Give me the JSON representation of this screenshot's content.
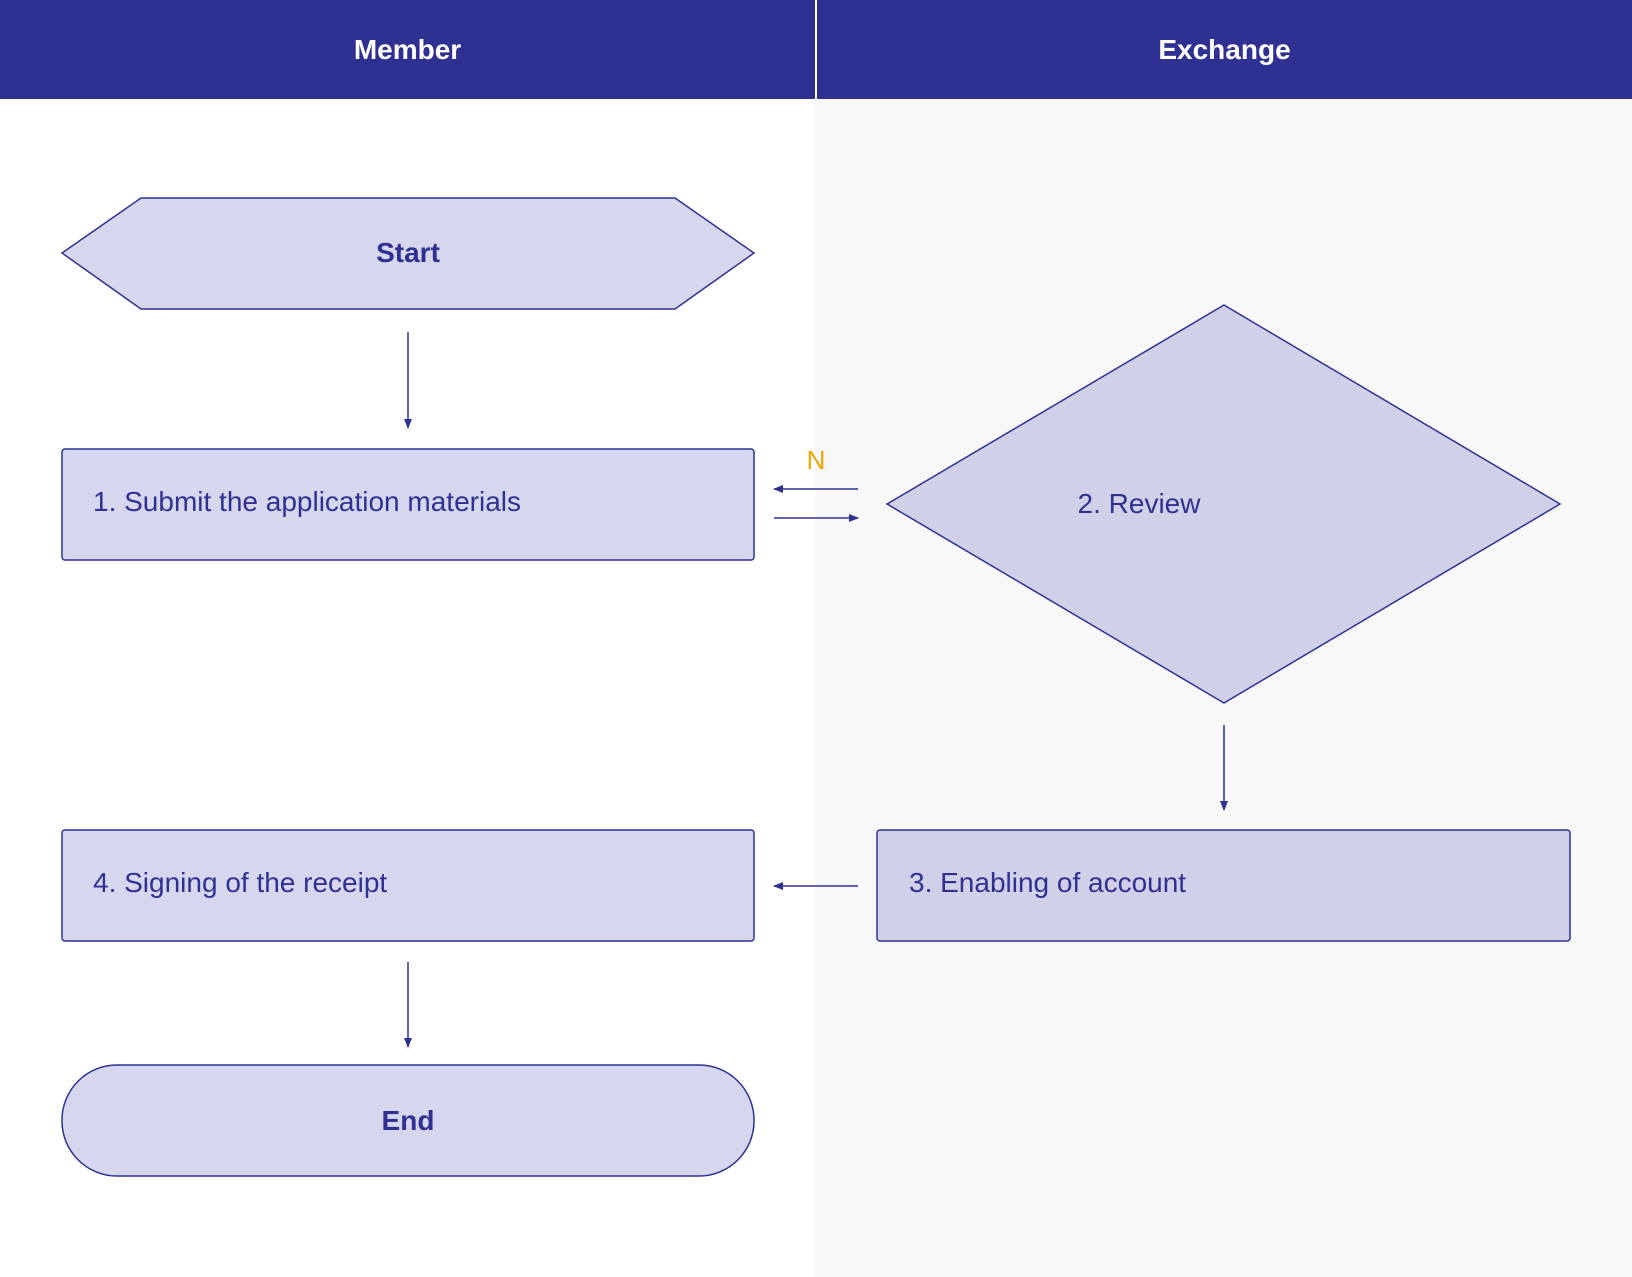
{
  "lanes": {
    "left": "Member",
    "right": "Exchange"
  },
  "nodes": {
    "start": "Start",
    "step1": "1. Submit the application materials",
    "step2": "2. Review",
    "step3": "3. Enabling of account",
    "step4": "4. Signing of the receipt",
    "end": "End"
  },
  "edges": {
    "reject_label": "N"
  },
  "colors": {
    "header": "#2e3192",
    "shape_fill": "#d6d7ee",
    "stroke": "#2e3192",
    "reject": "#f5a300"
  }
}
